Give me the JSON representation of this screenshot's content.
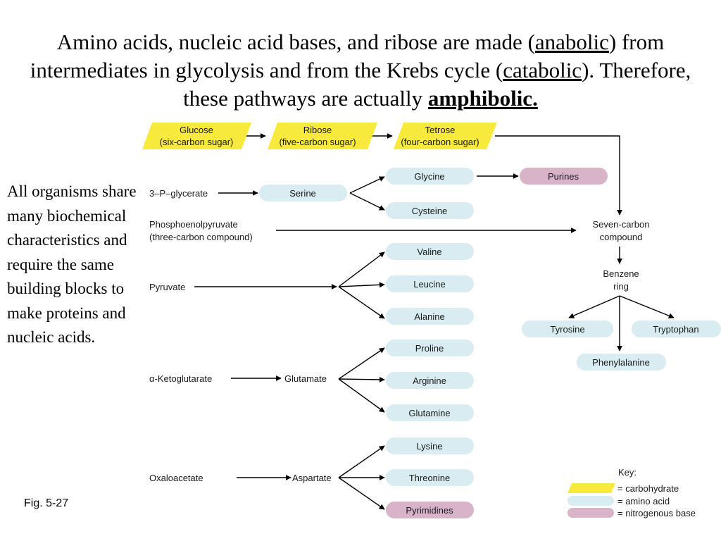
{
  "title": {
    "part1": "Amino acids, nucleic acid bases, and ribose are made (",
    "anabolic": "anabolic",
    "part2": ") from intermediates in glycolysis and from the Krebs cycle (",
    "catabolic": "catabolic",
    "part3": ").  Therefore, these pathways are actually ",
    "amphibolic": "amphibolic."
  },
  "side_note": "All organisms share many biochemical characteristics and require the same building blocks to make proteins and nucleic acids.",
  "figure_label": "Fig. 5-27",
  "colors": {
    "carbohydrate": "#f7ea3c",
    "amino_acid": "#d8ecf1",
    "nitrogenous_base": "#d9b3c8"
  },
  "nodes": {
    "glucose": [
      "Glucose",
      "(six-carbon sugar)"
    ],
    "ribose": [
      "Ribose",
      "(five-carbon sugar)"
    ],
    "tetrose": [
      "Tetrose",
      "(four-carbon sugar)"
    ],
    "glycerate": "3–P–glycerate",
    "serine": "Serine",
    "glycine": "Glycine",
    "purines": "Purines",
    "cysteine": "Cysteine",
    "pep": [
      "Phosphoenolpyruvate",
      "(three-carbon compound)"
    ],
    "seven_carbon": [
      "Seven-carbon",
      "compound"
    ],
    "benzene": [
      "Benzene",
      "ring"
    ],
    "pyruvate": "Pyruvate",
    "valine": "Valine",
    "leucine": "Leucine",
    "alanine": "Alanine",
    "tyrosine": "Tyrosine",
    "tryptophan": "Tryptophan",
    "phenylalanine": "Phenylalanine",
    "ketoglutarate": "α-Ketoglutarate",
    "glutamate": "Glutamate",
    "proline": "Proline",
    "arginine": "Arginine",
    "glutamine": "Glutamine",
    "oxaloacetate": "Oxaloacetate",
    "aspartate": "Aspartate",
    "lysine": "Lysine",
    "threonine": "Threonine",
    "pyrimidines": "Pyrimidines"
  },
  "key": {
    "title": "Key:",
    "carbohydrate": "= carbohydrate",
    "amino_acid": "= amino acid",
    "nitrogenous_base": "= nitrogenous base"
  }
}
